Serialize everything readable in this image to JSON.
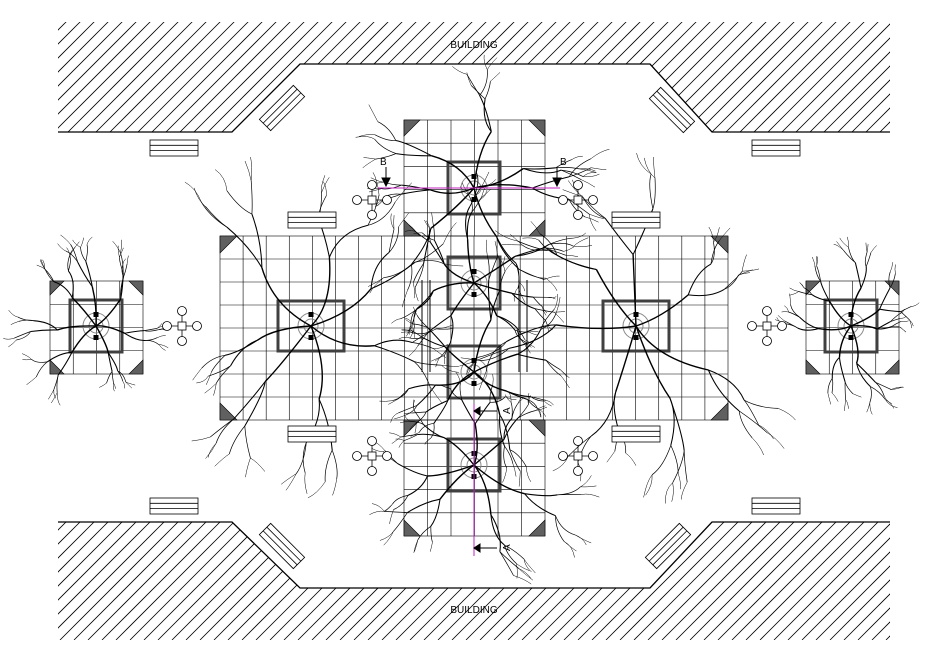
{
  "labels": {
    "building_top": "BUILDING",
    "building_bottom": "BUILDING",
    "section_b_left": "B",
    "section_b_right": "B",
    "section_a_upper": "A",
    "section_a_lower": "A"
  },
  "colors": {
    "line": "#000000",
    "section_line": "#c020c0",
    "paving_dark": "#606060",
    "background": "#ffffff"
  },
  "icons": {
    "light_fixture": "light-cluster-icon",
    "tree": "tree-canopy-icon",
    "bench": "bench-icon",
    "section_arrow": "section-arrow-icon"
  }
}
